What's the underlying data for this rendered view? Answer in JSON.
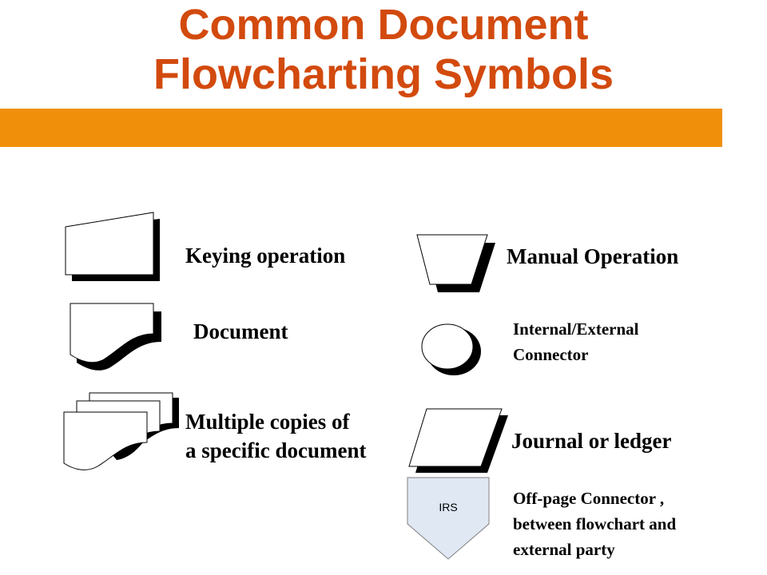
{
  "title": {
    "line1": "Common Document",
    "line2": "Flowcharting Symbols"
  },
  "colors": {
    "title": "#d24a0e",
    "band": "#f0900a",
    "offpage_fill": "#dfe8f3"
  },
  "symbols": {
    "keying": {
      "label": "Keying operation",
      "icon": "keying-operation-symbol"
    },
    "document": {
      "label": "Document",
      "icon": "document-symbol"
    },
    "multiple": {
      "label_line1": "Multiple copies of",
      "label_line2": "a specific document",
      "icon": "multiple-documents-symbol"
    },
    "manual": {
      "label": "Manual Operation",
      "icon": "manual-operation-symbol"
    },
    "connector": {
      "label_line1": "Internal/External",
      "label_line2": "Connector",
      "icon": "connector-circle-symbol"
    },
    "journal": {
      "label": "Journal or ledger",
      "icon": "journal-ledger-symbol"
    },
    "offpage": {
      "inner_text": "IRS",
      "label_line1": "Off-page Connector ,",
      "label_line2": "between flowchart and",
      "label_line3": "external party",
      "icon": "off-page-connector-symbol"
    }
  }
}
